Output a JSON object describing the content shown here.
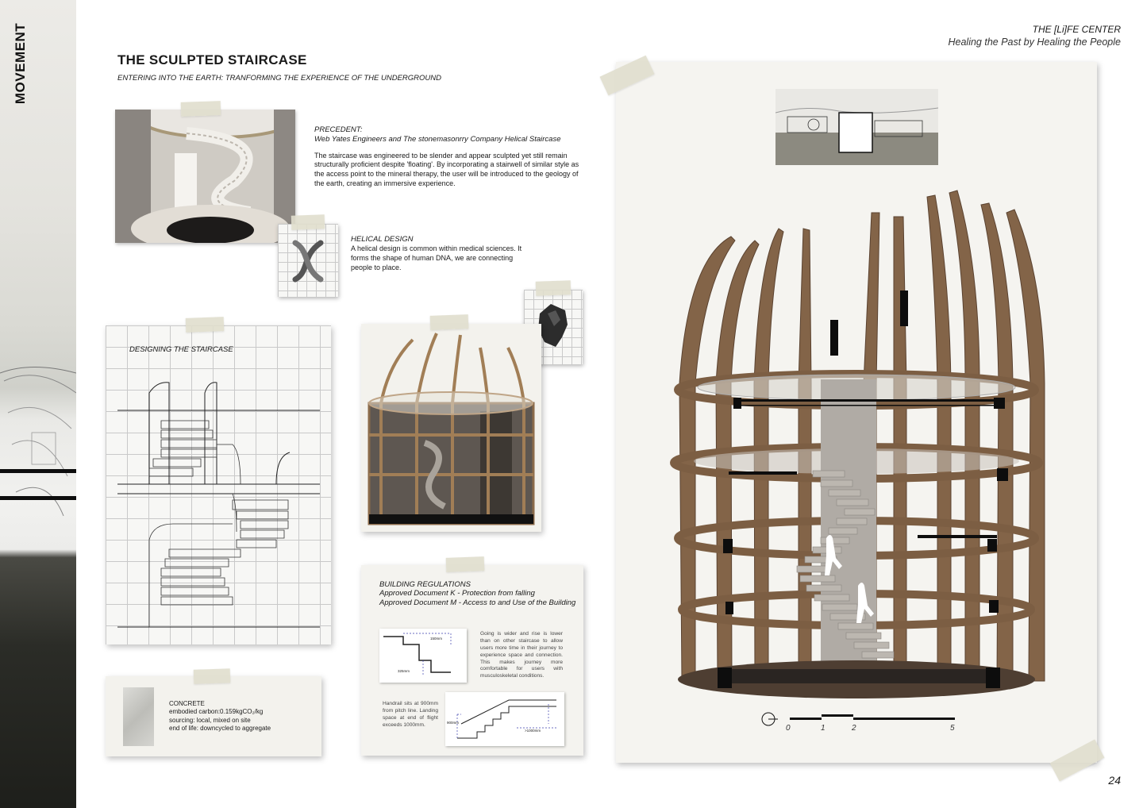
{
  "side": {
    "label": "MOVEMENT"
  },
  "header": {
    "title": "THE SCULPTED STAIRCASE",
    "subtitle": "ENTERING INTO THE EARTH: TRANFORMING THE EXPERIENCE OF THE UNDERGROUND",
    "brand_title": "THE [Li]FE CENTER",
    "brand_tagline": "Healing the Past by Healing the People"
  },
  "precedent": {
    "heading": "PRECEDENT:",
    "source": "Web Yates Engineers and The stonemasonrry Company Helical Staircase",
    "body": "The staircase was engineered to be slender and appear sculpted yet still remain structurally proficient despite 'floating'. By incorporating a stairwell of similar style as the access point to the mineral therapy, the user will be introduced to the geology of the earth, creating an immersive experience."
  },
  "helical": {
    "heading": "HELICAL DESIGN",
    "body": "A helical design is common within medical sciences. It forms the shape of human DNA, we are connecting people to place."
  },
  "design": {
    "label": "DESIGNING THE STAIRCASE"
  },
  "regulations": {
    "heading": "BUILDING REGULATIONS",
    "doc_k": "Approved Document K - Protection from falling",
    "doc_m": "Approved Document M - Access to and Use of the Building",
    "note_going": "Going is wider and rise is lower than on other staircase to allow users more time in their journey to experience space and connection. This makes journey more comfortable for users with musculoskeletal conditions.",
    "note_handrail": "Handrail sits at 900mm from pitch line. Landing space at end of flight exceeds 1000mm.",
    "dim_rise": "150mm",
    "dim_going": "325mm",
    "dim_handrail": "900mm",
    "dim_landing": ">1000mm"
  },
  "concrete": {
    "title": "CONCRETE",
    "carbon": "embodied carbon:0.159kgCO₂/kg",
    "sourcing": "sourcing: local, mixed on site",
    "eol": "end of life: downcycled to aggregate"
  },
  "scale": {
    "ticks": [
      "0",
      "1",
      "2",
      "5"
    ]
  },
  "page": {
    "number": "24"
  }
}
